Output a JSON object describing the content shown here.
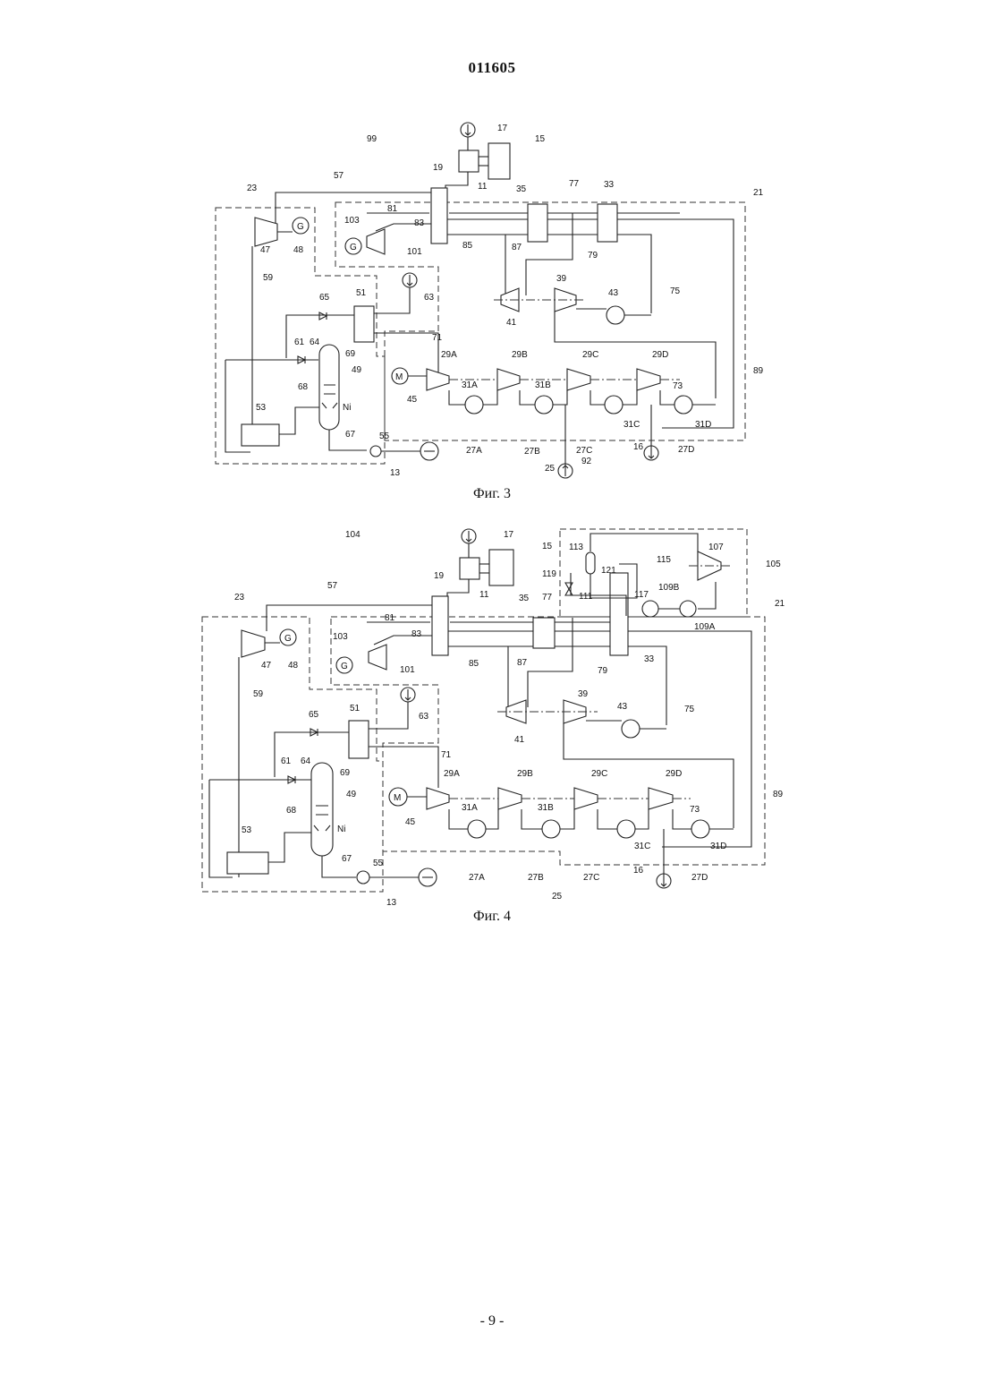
{
  "header": {
    "doc_number": "011605"
  },
  "figures": [
    {
      "caption": "Фиг. 3",
      "labels": {
        "l99": "99",
        "l15": "15",
        "l17": "17",
        "l19": "19",
        "l11": "11",
        "l57": "57",
        "l23": "23",
        "l21": "21",
        "l35": "35",
        "l77": "77",
        "l33": "33",
        "l81": "81",
        "l83": "83",
        "l103": "103",
        "l101": "101",
        "l85": "85",
        "l87": "87",
        "l79": "79",
        "l47": "47",
        "l48": "48",
        "l59": "59",
        "l65": "65",
        "l51": "51",
        "l63": "63",
        "l39": "39",
        "l41": "41",
        "l43": "43",
        "l75": "75",
        "l61": "61",
        "l64": "64",
        "l69": "69",
        "l49": "49",
        "l71": "71",
        "l29A": "29A",
        "l29B": "29B",
        "l29C": "29C",
        "l29D": "29D",
        "l89": "89",
        "l45": "45",
        "l31A": "31A",
        "l31B": "31B",
        "l31C": "31C",
        "l31D": "31D",
        "l73": "73",
        "l68": "68",
        "lNi": "Ni",
        "l53": "53",
        "l55": "55",
        "l67": "67",
        "l13": "13",
        "l27A": "27A",
        "l27B": "27B",
        "l27C": "27C",
        "l27D": "27D",
        "l25": "25",
        "l16": "16",
        "l92": "92",
        "gen1": "G",
        "gen2": "G",
        "mot": "M"
      }
    },
    {
      "caption": "Фиг. 4",
      "labels": {
        "l104": "104",
        "l15": "15",
        "l17": "17",
        "l19": "19",
        "l11": "11",
        "l57": "57",
        "l23": "23",
        "l21": "21",
        "l35": "35",
        "l77": "77",
        "l33": "33",
        "l81": "81",
        "l83": "83",
        "l103": "103",
        "l101": "101",
        "l85": "85",
        "l87": "87",
        "l79": "79",
        "l47": "47",
        "l48": "48",
        "l59": "59",
        "l65": "65",
        "l51": "51",
        "l63": "63",
        "l39": "39",
        "l41": "41",
        "l43": "43",
        "l75": "75",
        "l61": "61",
        "l64": "64",
        "l69": "69",
        "l49": "49",
        "l71": "71",
        "l29A": "29A",
        "l29B": "29B",
        "l29C": "29C",
        "l29D": "29D",
        "l89": "89",
        "l45": "45",
        "l31A": "31A",
        "l31B": "31B",
        "l31C": "31C",
        "l31D": "31D",
        "l73": "73",
        "l68": "68",
        "lNi": "Ni",
        "l53": "53",
        "l55": "55",
        "l67": "67",
        "l13": "13",
        "l27A": "27A",
        "l27B": "27B",
        "l27C": "27C",
        "l27D": "27D",
        "l25": "25",
        "l16": "16",
        "l105": "105",
        "l107": "107",
        "l113": "113",
        "l115": "115",
        "l119": "119",
        "l121": "121",
        "l111": "111",
        "l117": "117",
        "l109A": "109A",
        "l109B": "109B",
        "gen1": "G",
        "gen2": "G",
        "mot": "M"
      }
    }
  ],
  "footer": {
    "page_number": "- 9 -"
  }
}
